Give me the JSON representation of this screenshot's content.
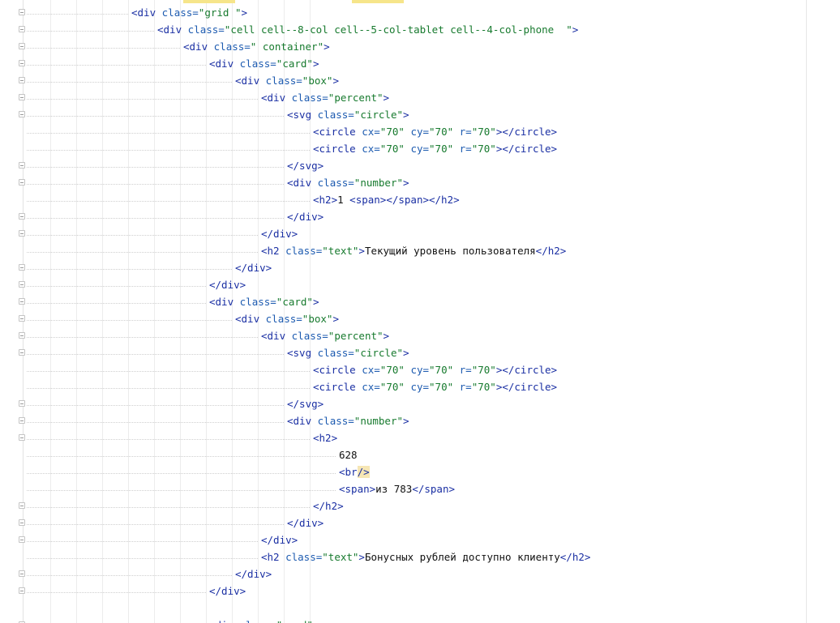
{
  "editor": {
    "lines": [
      {
        "indent": 4,
        "fold": true,
        "tokens": [
          {
            "t": "tag",
            "v": "<div"
          },
          {
            "t": "txt",
            "v": " "
          },
          {
            "t": "attr",
            "v": "class="
          },
          {
            "t": "val",
            "v": "\"grid \""
          },
          {
            "t": "tag",
            "v": ">"
          }
        ]
      },
      {
        "indent": 5,
        "fold": true,
        "tokens": [
          {
            "t": "tag",
            "v": "<div"
          },
          {
            "t": "txt",
            "v": " "
          },
          {
            "t": "attr",
            "v": "class="
          },
          {
            "t": "val",
            "v": "\"cell cell--8-col cell--5-col-tablet cell--4-col-phone  \""
          },
          {
            "t": "tag",
            "v": ">"
          }
        ]
      },
      {
        "indent": 6,
        "fold": true,
        "tokens": [
          {
            "t": "tag",
            "v": "<div"
          },
          {
            "t": "txt",
            "v": " "
          },
          {
            "t": "attr",
            "v": "class="
          },
          {
            "t": "val",
            "v": "\" container\""
          },
          {
            "t": "tag",
            "v": ">"
          }
        ]
      },
      {
        "indent": 7,
        "fold": true,
        "tokens": [
          {
            "t": "tag",
            "v": "<div"
          },
          {
            "t": "txt",
            "v": " "
          },
          {
            "t": "attr",
            "v": "class="
          },
          {
            "t": "val",
            "v": "\"card\""
          },
          {
            "t": "tag",
            "v": ">"
          }
        ]
      },
      {
        "indent": 8,
        "fold": true,
        "tokens": [
          {
            "t": "tag",
            "v": "<div"
          },
          {
            "t": "txt",
            "v": " "
          },
          {
            "t": "attr",
            "v": "class="
          },
          {
            "t": "val",
            "v": "\"box\""
          },
          {
            "t": "tag",
            "v": ">"
          }
        ]
      },
      {
        "indent": 9,
        "fold": true,
        "tokens": [
          {
            "t": "tag",
            "v": "<div"
          },
          {
            "t": "txt",
            "v": " "
          },
          {
            "t": "attr",
            "v": "class="
          },
          {
            "t": "val",
            "v": "\"percent\""
          },
          {
            "t": "tag",
            "v": ">"
          }
        ]
      },
      {
        "indent": 10,
        "fold": true,
        "tokens": [
          {
            "t": "tag",
            "v": "<svg"
          },
          {
            "t": "txt",
            "v": " "
          },
          {
            "t": "attr",
            "v": "class="
          },
          {
            "t": "val",
            "v": "\"circle\""
          },
          {
            "t": "tag",
            "v": ">"
          }
        ]
      },
      {
        "indent": 11,
        "fold": false,
        "tokens": [
          {
            "t": "tag",
            "v": "<circle"
          },
          {
            "t": "txt",
            "v": " "
          },
          {
            "t": "attr",
            "v": "cx="
          },
          {
            "t": "val",
            "v": "\"70\""
          },
          {
            "t": "txt",
            "v": " "
          },
          {
            "t": "attr",
            "v": "cy="
          },
          {
            "t": "val",
            "v": "\"70\""
          },
          {
            "t": "txt",
            "v": " "
          },
          {
            "t": "attr",
            "v": "r="
          },
          {
            "t": "val",
            "v": "\"70\""
          },
          {
            "t": "tag",
            "v": "></circle>"
          }
        ]
      },
      {
        "indent": 11,
        "fold": false,
        "tokens": [
          {
            "t": "tag",
            "v": "<circle"
          },
          {
            "t": "txt",
            "v": " "
          },
          {
            "t": "attr",
            "v": "cx="
          },
          {
            "t": "val",
            "v": "\"70\""
          },
          {
            "t": "txt",
            "v": " "
          },
          {
            "t": "attr",
            "v": "cy="
          },
          {
            "t": "val",
            "v": "\"70\""
          },
          {
            "t": "txt",
            "v": " "
          },
          {
            "t": "attr",
            "v": "r="
          },
          {
            "t": "val",
            "v": "\"70\""
          },
          {
            "t": "tag",
            "v": "></circle>"
          }
        ]
      },
      {
        "indent": 10,
        "fold": true,
        "tokens": [
          {
            "t": "tag",
            "v": "</svg>"
          }
        ]
      },
      {
        "indent": 10,
        "fold": true,
        "tokens": [
          {
            "t": "tag",
            "v": "<div"
          },
          {
            "t": "txt",
            "v": " "
          },
          {
            "t": "attr",
            "v": "class="
          },
          {
            "t": "val",
            "v": "\"number\""
          },
          {
            "t": "tag",
            "v": ">"
          }
        ]
      },
      {
        "indent": 11,
        "fold": false,
        "tokens": [
          {
            "t": "tag",
            "v": "<h2>"
          },
          {
            "t": "txt",
            "v": "1 "
          },
          {
            "t": "tag",
            "v": "<span></span></h2>"
          }
        ]
      },
      {
        "indent": 10,
        "fold": true,
        "tokens": [
          {
            "t": "tag",
            "v": "</div>"
          }
        ]
      },
      {
        "indent": 9,
        "fold": true,
        "tokens": [
          {
            "t": "tag",
            "v": "</div>"
          }
        ]
      },
      {
        "indent": 9,
        "fold": false,
        "tokens": [
          {
            "t": "tag",
            "v": "<h2"
          },
          {
            "t": "txt",
            "v": " "
          },
          {
            "t": "attr",
            "v": "class="
          },
          {
            "t": "val",
            "v": "\"text\""
          },
          {
            "t": "tag",
            "v": ">"
          },
          {
            "t": "txt",
            "v": "Текущий уровень пользователя"
          },
          {
            "t": "tag",
            "v": "</h2>"
          }
        ]
      },
      {
        "indent": 8,
        "fold": true,
        "tokens": [
          {
            "t": "tag",
            "v": "</div>"
          }
        ]
      },
      {
        "indent": 7,
        "fold": true,
        "tokens": [
          {
            "t": "tag",
            "v": "</div>"
          }
        ]
      },
      {
        "indent": 7,
        "fold": true,
        "tokens": [
          {
            "t": "tag",
            "v": "<div"
          },
          {
            "t": "txt",
            "v": " "
          },
          {
            "t": "attr",
            "v": "class="
          },
          {
            "t": "val",
            "v": "\"card\""
          },
          {
            "t": "tag",
            "v": ">"
          }
        ]
      },
      {
        "indent": 8,
        "fold": true,
        "tokens": [
          {
            "t": "tag",
            "v": "<div"
          },
          {
            "t": "txt",
            "v": " "
          },
          {
            "t": "attr",
            "v": "class="
          },
          {
            "t": "val",
            "v": "\"box\""
          },
          {
            "t": "tag",
            "v": ">"
          }
        ]
      },
      {
        "indent": 9,
        "fold": true,
        "tokens": [
          {
            "t": "tag",
            "v": "<div"
          },
          {
            "t": "txt",
            "v": " "
          },
          {
            "t": "attr",
            "v": "class="
          },
          {
            "t": "val",
            "v": "\"percent\""
          },
          {
            "t": "tag",
            "v": ">"
          }
        ]
      },
      {
        "indent": 10,
        "fold": true,
        "tokens": [
          {
            "t": "tag",
            "v": "<svg"
          },
          {
            "t": "txt",
            "v": " "
          },
          {
            "t": "attr",
            "v": "class="
          },
          {
            "t": "val",
            "v": "\"circle\""
          },
          {
            "t": "tag",
            "v": ">"
          }
        ]
      },
      {
        "indent": 11,
        "fold": false,
        "tokens": [
          {
            "t": "tag",
            "v": "<circle"
          },
          {
            "t": "txt",
            "v": " "
          },
          {
            "t": "attr",
            "v": "cx="
          },
          {
            "t": "val",
            "v": "\"70\""
          },
          {
            "t": "txt",
            "v": " "
          },
          {
            "t": "attr",
            "v": "cy="
          },
          {
            "t": "val",
            "v": "\"70\""
          },
          {
            "t": "txt",
            "v": " "
          },
          {
            "t": "attr",
            "v": "r="
          },
          {
            "t": "val",
            "v": "\"70\""
          },
          {
            "t": "tag",
            "v": "></circle>"
          }
        ]
      },
      {
        "indent": 11,
        "fold": false,
        "tokens": [
          {
            "t": "tag",
            "v": "<circle"
          },
          {
            "t": "txt",
            "v": " "
          },
          {
            "t": "attr",
            "v": "cx="
          },
          {
            "t": "val",
            "v": "\"70\""
          },
          {
            "t": "txt",
            "v": " "
          },
          {
            "t": "attr",
            "v": "cy="
          },
          {
            "t": "val",
            "v": "\"70\""
          },
          {
            "t": "txt",
            "v": " "
          },
          {
            "t": "attr",
            "v": "r="
          },
          {
            "t": "val",
            "v": "\"70\""
          },
          {
            "t": "tag",
            "v": "></circle>"
          }
        ]
      },
      {
        "indent": 10,
        "fold": true,
        "tokens": [
          {
            "t": "tag",
            "v": "</svg>"
          }
        ]
      },
      {
        "indent": 10,
        "fold": true,
        "tokens": [
          {
            "t": "tag",
            "v": "<div"
          },
          {
            "t": "txt",
            "v": " "
          },
          {
            "t": "attr",
            "v": "class="
          },
          {
            "t": "val",
            "v": "\"number\""
          },
          {
            "t": "tag",
            "v": ">"
          }
        ]
      },
      {
        "indent": 11,
        "fold": true,
        "tokens": [
          {
            "t": "tag",
            "v": "<h2>"
          }
        ]
      },
      {
        "indent": 12,
        "fold": false,
        "tokens": [
          {
            "t": "txt",
            "v": "628"
          }
        ]
      },
      {
        "indent": 12,
        "fold": false,
        "tokens": [
          {
            "t": "tag",
            "v": "<br"
          },
          {
            "t": "tag",
            "v": "/>",
            "hl": true
          }
        ]
      },
      {
        "indent": 12,
        "fold": false,
        "tokens": [
          {
            "t": "tag",
            "v": "<span>"
          },
          {
            "t": "txt",
            "v": "из 783"
          },
          {
            "t": "tag",
            "v": "</span>"
          }
        ]
      },
      {
        "indent": 11,
        "fold": true,
        "tokens": [
          {
            "t": "tag",
            "v": "</h2>"
          }
        ]
      },
      {
        "indent": 10,
        "fold": true,
        "tokens": [
          {
            "t": "tag",
            "v": "</div>"
          }
        ]
      },
      {
        "indent": 9,
        "fold": true,
        "tokens": [
          {
            "t": "tag",
            "v": "</div>"
          }
        ]
      },
      {
        "indent": 9,
        "fold": false,
        "tokens": [
          {
            "t": "tag",
            "v": "<h2"
          },
          {
            "t": "txt",
            "v": " "
          },
          {
            "t": "attr",
            "v": "class="
          },
          {
            "t": "val",
            "v": "\"text\""
          },
          {
            "t": "tag",
            "v": ">"
          },
          {
            "t": "txt",
            "v": "Бонусных рублей доступно клиенту"
          },
          {
            "t": "tag",
            "v": "</h2>"
          }
        ]
      },
      {
        "indent": 8,
        "fold": true,
        "tokens": [
          {
            "t": "tag",
            "v": "</div>"
          }
        ]
      },
      {
        "indent": 7,
        "fold": true,
        "tokens": [
          {
            "t": "tag",
            "v": "</div>"
          }
        ]
      },
      {
        "indent": 7,
        "fold": false,
        "tokens": []
      },
      {
        "indent": 7,
        "fold": true,
        "tokens": [
          {
            "t": "tag",
            "v": "<div"
          },
          {
            "t": "txt",
            "v": " "
          },
          {
            "t": "attr",
            "v": "class="
          },
          {
            "t": "val",
            "v": "\"card\""
          },
          {
            "t": "tag",
            "v": ">"
          }
        ]
      }
    ]
  },
  "colors": {
    "tag": "#1a2fa3",
    "attribute": "#1d5bb0",
    "string": "#177a2e",
    "text": "#111111",
    "match_highlight": "#f6e58a"
  }
}
